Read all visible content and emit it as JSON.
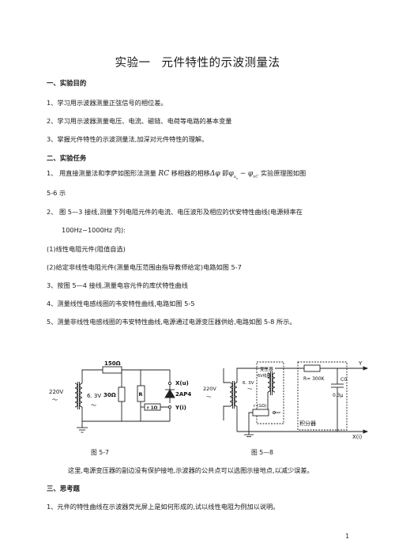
{
  "title": {
    "part1": "实验一",
    "part2": "元件特性的示波测量法"
  },
  "sections": {
    "purpose_heading": "一、实验目的",
    "purpose_items": [
      "1、学习用示波器测量正弦信号的相位差。",
      "2、学习用示波器测量电压、电流、磁链、电荷等电路的基本变量",
      "3、掌握元件特性的示波测量法,加深对元件特性的理解。"
    ],
    "tasks_heading": "二、实验任务",
    "task1": {
      "prefix": "1、  用直接测量法和李萨如图形法测量",
      "rc": "RC",
      "mid": "移相器的相移",
      "delta_phi": "Δφ",
      "ji": "即",
      "phi_us": "φ",
      "sub_us": "u",
      "sub_s": "s",
      "minus": "−",
      "phi_uc": "φ",
      "sub_uc": "uC",
      "suffix": "实验原理图如图",
      "continuation": "5-6 示"
    },
    "task2_line1": "2、  图  5—3  接线,测量下列电阻元件的电流、电压波形及相应的伏安特性曲线(电源频率在",
    "task2_line2": "100Hz~1000Hz 内):",
    "task2_sub1": "(1)线性电阻元件(阻值自选)",
    "task2_sub2": "(2)给定非线性电阻元件(测量电压范围由指导教师给定)电路如图 5-7",
    "task3": "3、按图 5—4 接线,测量电容元件的库伏特性曲线",
    "task4": "4、测量线性电感线圈的韦安特性曲线,电路如图 5-5",
    "task5": "5、测量非线性电感线圈的韦安特性曲线,电源通过电源变压器供给,电路如图 5-8 所示。",
    "note": "这里,电源变压器的副边没有保护接地,示波器的公共点可以选图示接地点,以减少误差。",
    "questions_heading": "三、思考题",
    "question1": "1、元件的特性曲线在示波器荧光屏上是如何形成的,试以线性电阻为例加以说明。"
  },
  "figures": {
    "fig57": {
      "caption": "图    5-7",
      "labels": {
        "source": "220V",
        "source_tilde": "～",
        "secondary": "6. 3V",
        "secondary_tilde": "～",
        "r_top": "150Ω",
        "r_mid": "30Ω",
        "r_box": "R",
        "r_bottom": "r 1Ω",
        "diode": "2AP4",
        "x_out": "X(u)",
        "y_out": "Y(i)"
      }
    },
    "fig58": {
      "caption": "图 5—8",
      "labels": {
        "source": "220V",
        "source_tilde": "～",
        "transformer": "变压器",
        "transformer_spec": "6V线圈",
        "secondary": "6. 3V",
        "secondary_tilde": "～",
        "r_sense": "r (1Ω)",
        "r_int": "R= 300K",
        "cap": "C0",
        "cap_val": "0.3μ",
        "integrator": "积分器",
        "y_out": "Y",
        "x_out": "X(i)"
      }
    }
  },
  "page_number": "1"
}
